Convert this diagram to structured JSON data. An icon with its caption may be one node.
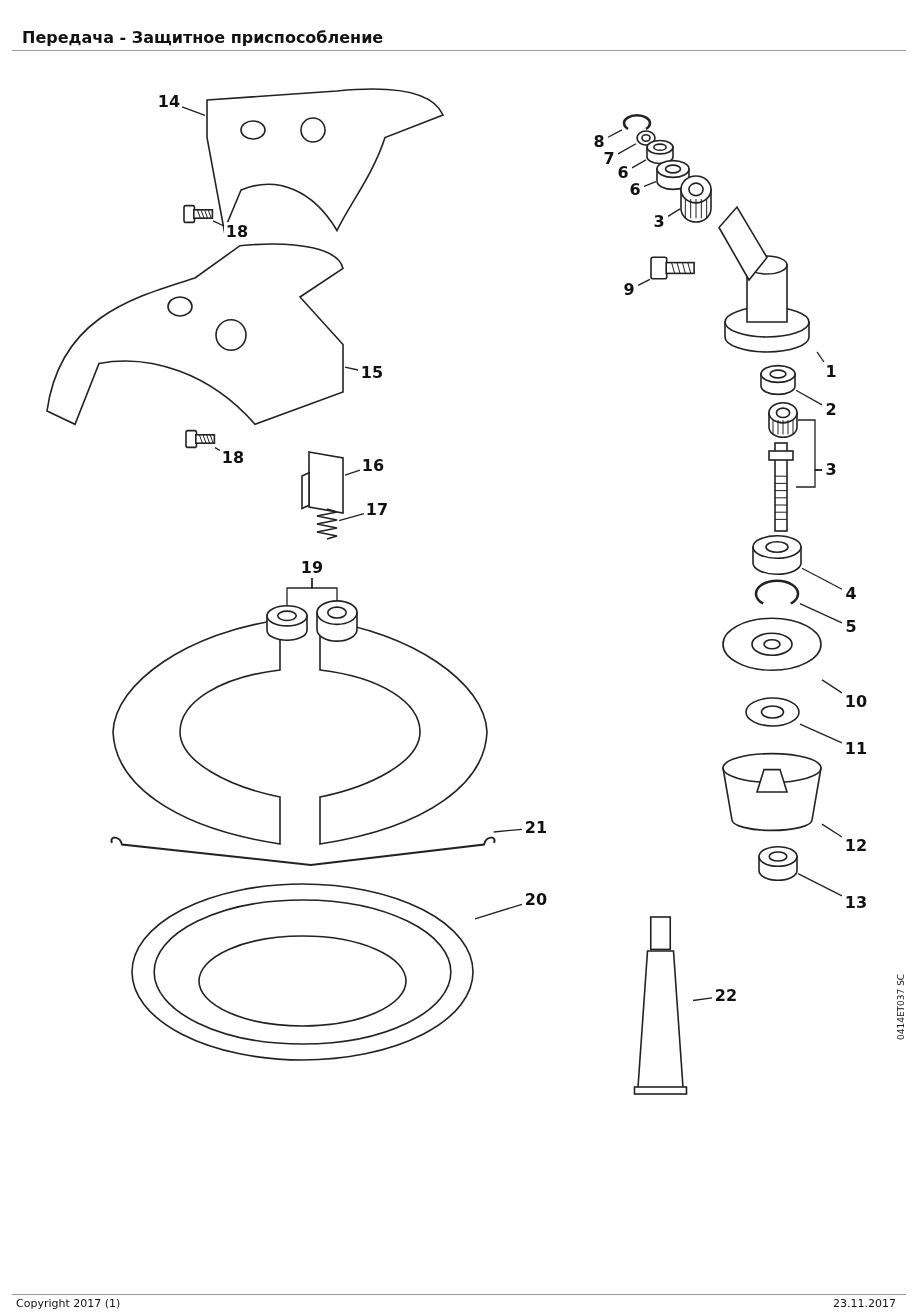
{
  "diagram": {
    "title": "Передача - Защитное приспособление",
    "nodes": [
      {
        "text": [
          "14"
        ]
      },
      {
        "text": [],
        "shape": "picture"
      },
      {
        "text": [
          "18"
        ]
      },
      {
        "text": [],
        "shape": "picture"
      },
      {
        "text": [
          "15"
        ]
      },
      {
        "text": [],
        "shape": "picture"
      },
      {
        "text": [
          "18"
        ]
      },
      {
        "text": [],
        "shape": "picture"
      },
      {
        "text": [
          "16"
        ]
      },
      {
        "text": [],
        "shape": "box"
      },
      {
        "text": [
          "17"
        ]
      },
      {
        "text": [],
        "shape": "picture"
      },
      {
        "text": [
          "19"
        ]
      },
      {
        "text": [],
        "shape": "cylinder"
      },
      {
        "text": [],
        "shape": "cylinder"
      },
      {
        "text": [
          "21"
        ]
      },
      {
        "text": [],
        "shape": "picture"
      },
      {
        "text": [
          "20"
        ]
      },
      {
        "text": [],
        "shape": "picture"
      },
      {
        "text": [
          "22"
        ]
      },
      {
        "text": [],
        "shape": "picture"
      },
      {
        "text": [
          "8"
        ]
      },
      {
        "text": [],
        "shape": "picture"
      },
      {
        "text": [
          "7"
        ]
      },
      {
        "text": [],
        "shape": "picture"
      },
      {
        "text": [
          "6"
        ]
      },
      {
        "text": [],
        "shape": "cylinder"
      },
      {
        "text": [
          "6"
        ]
      },
      {
        "text": [],
        "shape": "cylinder"
      },
      {
        "text": [
          "3"
        ]
      },
      {
        "text": [],
        "shape": "picture"
      },
      {
        "text": [
          "9"
        ]
      },
      {
        "text": [],
        "shape": "picture"
      },
      {
        "text": [
          "1"
        ]
      },
      {
        "text": [],
        "shape": "picture"
      },
      {
        "text": [
          "2"
        ]
      },
      {
        "text": [],
        "shape": "cylinder"
      },
      {
        "text": [
          "3"
        ]
      },
      {
        "text": [],
        "shape": "picture"
      },
      {
        "text": [],
        "shape": "picture"
      },
      {
        "text": [
          "4"
        ]
      },
      {
        "text": [],
        "shape": "cylinder"
      },
      {
        "text": [
          "5"
        ]
      },
      {
        "text": [],
        "shape": "picture"
      },
      {
        "text": [
          "10"
        ]
      },
      {
        "text": [],
        "shape": "picture"
      },
      {
        "text": [
          "11"
        ]
      },
      {
        "text": [],
        "shape": "picture"
      },
      {
        "text": [
          "12"
        ]
      },
      {
        "text": [],
        "shape": "picture"
      },
      {
        "text": [
          "13"
        ]
      },
      {
        "text": [],
        "shape": "cylinder"
      }
    ],
    "edges": [
      {
        "from": 0,
        "to": 1,
        "arrow": "none"
      },
      {
        "from": 2,
        "to": 3,
        "arrow": "none"
      },
      {
        "from": 4,
        "to": 5,
        "arrow": "none"
      },
      {
        "from": 6,
        "to": 7,
        "arrow": "none"
      },
      {
        "from": 8,
        "to": 9,
        "arrow": "none"
      },
      {
        "from": 10,
        "to": 11,
        "arrow": "none"
      },
      {
        "from": 12,
        "to": 13,
        "arrow": "none"
      },
      {
        "from": 12,
        "to": 14,
        "arrow": "none"
      },
      {
        "from": 15,
        "to": 16,
        "arrow": "none"
      },
      {
        "from": 17,
        "to": 18,
        "arrow": "none"
      },
      {
        "from": 19,
        "to": 20,
        "arrow": "none"
      },
      {
        "from": 21,
        "to": 22,
        "arrow": "none"
      },
      {
        "from": 23,
        "to": 24,
        "arrow": "none"
      },
      {
        "from": 25,
        "to": 26,
        "arrow": "none"
      },
      {
        "from": 27,
        "to": 28,
        "arrow": "none"
      },
      {
        "from": 29,
        "to": 30,
        "arrow": "none"
      },
      {
        "from": 31,
        "to": 32,
        "arrow": "none"
      },
      {
        "from": 33,
        "to": 34,
        "arrow": "none"
      },
      {
        "from": 35,
        "to": 36,
        "arrow": "none"
      },
      {
        "from": 37,
        "to": 38,
        "arrow": "none"
      },
      {
        "from": 37,
        "to": 39,
        "arrow": "none"
      },
      {
        "from": 40,
        "to": 41,
        "arrow": "none"
      },
      {
        "from": 42,
        "to": 43,
        "arrow": "none"
      },
      {
        "from": 44,
        "to": 45,
        "arrow": "none"
      },
      {
        "from": 46,
        "to": 47,
        "arrow": "none"
      },
      {
        "from": 48,
        "to": 49,
        "arrow": "none"
      },
      {
        "from": 50,
        "to": 51,
        "arrow": "none"
      }
    ],
    "labels": [
      "0414ET037 SC",
      "Copyright 2017 (1)",
      "23.11.2017"
    ]
  }
}
